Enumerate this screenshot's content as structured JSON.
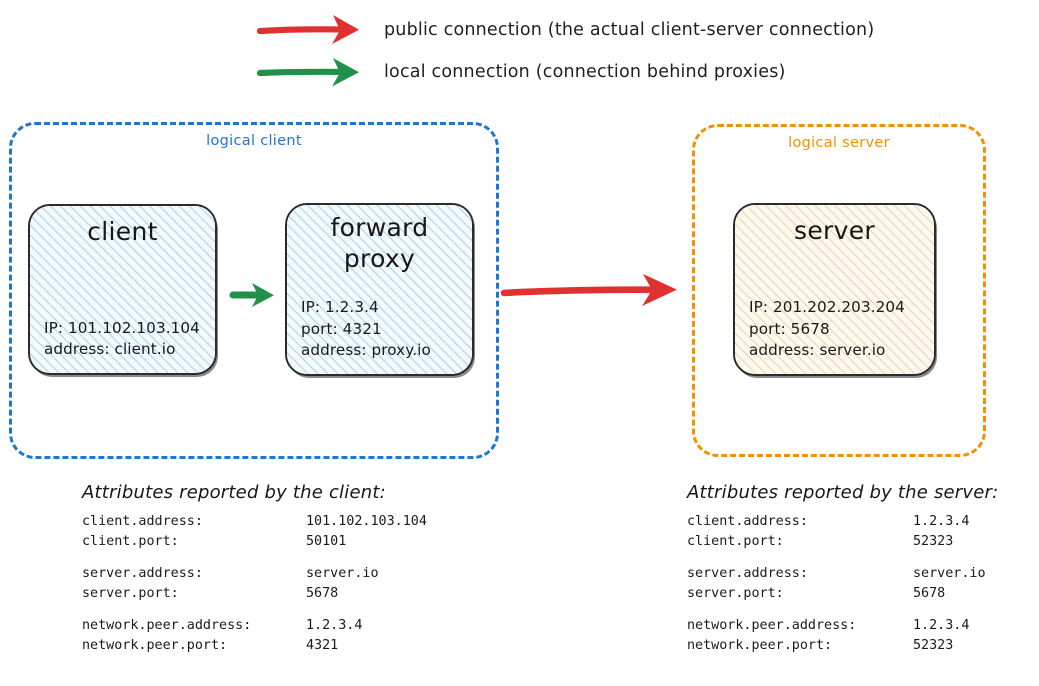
{
  "colors": {
    "public_connection": "#e03030",
    "local_connection": "#21914a",
    "logical_client_border": "#1f76d2",
    "logical_server_border": "#f29100",
    "node_border": "#2b2b2b",
    "client_fill": "#eef6fc",
    "client_hatch": "#9fcdeb",
    "server_fill": "#fdf6ec",
    "server_hatch": "#edcfa0"
  },
  "legend": {
    "items": [
      {
        "arrow": "red-arrow-icon",
        "color": "#e03030",
        "label": "public connection (the actual client-server connection)"
      },
      {
        "arrow": "green-arrow-icon",
        "color": "#21914a",
        "label": "local connection (connection behind proxies)"
      }
    ]
  },
  "groups": {
    "client": {
      "label": "logical client",
      "color": "#1f76d2"
    },
    "server": {
      "label": "logical server",
      "color": "#f29100"
    }
  },
  "nodes": {
    "client": {
      "title": "client",
      "lines": [
        "IP: 101.102.103.104",
        "address: client.io"
      ]
    },
    "forward_proxy": {
      "title": "forward\nproxy",
      "title_line1": "forward",
      "title_line2": "proxy",
      "lines": [
        "IP: 1.2.3.4",
        "port: 4321",
        "address: proxy.io"
      ]
    },
    "server": {
      "title": "server",
      "lines": [
        "IP: 201.202.203.204",
        "port: 5678",
        "address: server.io"
      ]
    }
  },
  "arrows": {
    "client_to_proxy": {
      "type": "local-connection",
      "color": "#21914a"
    },
    "proxy_to_server": {
      "type": "public-connection",
      "color": "#e03030"
    }
  },
  "attributes_client": {
    "title": "Attributes reported by the client:",
    "rows": [
      {
        "key": "client.address:",
        "value": "101.102.103.104"
      },
      {
        "key": "client.port:",
        "value": "50101"
      },
      {
        "key": "",
        "value": ""
      },
      {
        "key": "server.address:",
        "value": "server.io"
      },
      {
        "key": "server.port:",
        "value": "5678"
      },
      {
        "key": "",
        "value": ""
      },
      {
        "key": "network.peer.address:",
        "value": "1.2.3.4"
      },
      {
        "key": "network.peer.port:",
        "value": "4321"
      }
    ]
  },
  "attributes_server": {
    "title": "Attributes reported by the server:",
    "rows": [
      {
        "key": "client.address:",
        "value": "1.2.3.4"
      },
      {
        "key": "client.port:",
        "value": "52323"
      },
      {
        "key": "",
        "value": ""
      },
      {
        "key": "server.address:",
        "value": "server.io"
      },
      {
        "key": "server.port:",
        "value": "5678"
      },
      {
        "key": "",
        "value": ""
      },
      {
        "key": "network.peer.address:",
        "value": "1.2.3.4"
      },
      {
        "key": "network.peer.port:",
        "value": "52323"
      }
    ]
  }
}
